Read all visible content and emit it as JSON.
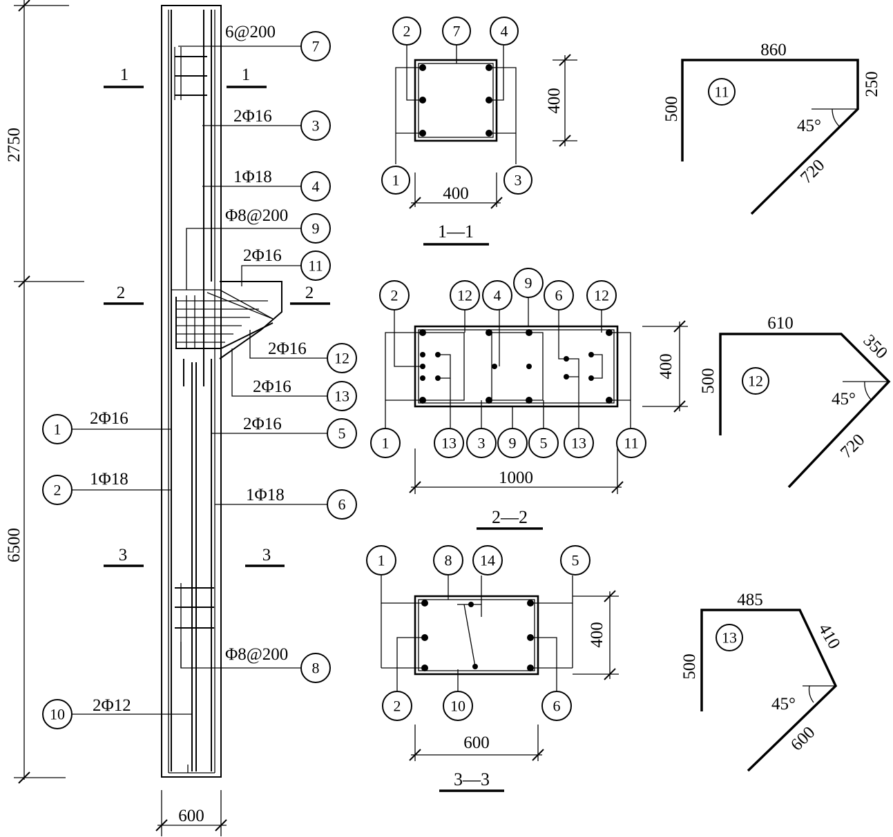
{
  "elevation": {
    "dim_top": "2750",
    "dim_bottom": "6500",
    "dim_width": "600",
    "section_marks": [
      "1",
      "2",
      "3"
    ],
    "callouts": [
      {
        "num": "7",
        "label": "6@200"
      },
      {
        "num": "3",
        "label": "2Φ16"
      },
      {
        "num": "4",
        "label": "1Φ18"
      },
      {
        "num": "9",
        "label": "Φ8@200"
      },
      {
        "num": "11",
        "label": "2Φ16"
      },
      {
        "num": "12",
        "label": "2Φ16"
      },
      {
        "num": "13",
        "label": "2Φ16"
      },
      {
        "num": "1",
        "label": "2Φ16"
      },
      {
        "num": "5",
        "label": "2Φ16"
      },
      {
        "num": "2",
        "label": "1Φ18"
      },
      {
        "num": "6",
        "label": "1Φ18"
      },
      {
        "num": "8",
        "label": "Φ8@200"
      },
      {
        "num": "10",
        "label": "2Φ12"
      }
    ]
  },
  "sections": [
    {
      "title": "1—1",
      "width": "400",
      "height": "400",
      "top_circles": [
        "2",
        "7",
        "4"
      ],
      "bottom_circles": [
        "1",
        "3"
      ]
    },
    {
      "title": "2—2",
      "width": "1000",
      "height": "400",
      "top_circles": [
        "2",
        "12",
        "4",
        "9",
        "6",
        "12"
      ],
      "bottom_circles": [
        "1",
        "13",
        "3",
        "9",
        "5",
        "13",
        "11"
      ]
    },
    {
      "title": "3—3",
      "width": "600",
      "height": "400",
      "top_circles": [
        "1",
        "8",
        "14",
        "5"
      ],
      "bottom_circles": [
        "2",
        "10",
        "6"
      ]
    }
  ],
  "bent_bars": [
    {
      "num": "11",
      "seg_top": "860",
      "seg_left": "500",
      "seg_right": "250",
      "seg_diag": "720",
      "angle": "45°"
    },
    {
      "num": "12",
      "seg_top": "610",
      "seg_left": "500",
      "seg_slope": "350",
      "seg_diag": "720",
      "angle": "45°"
    },
    {
      "num": "13",
      "seg_top": "485",
      "seg_left": "500",
      "seg_slope": "410",
      "seg_diag": "600",
      "angle": "45°"
    }
  ]
}
